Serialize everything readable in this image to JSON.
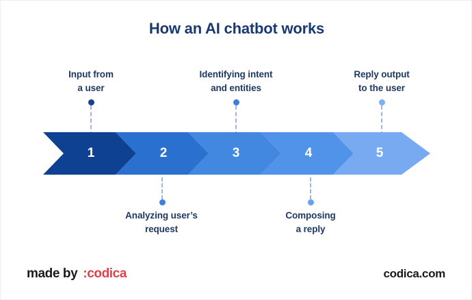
{
  "title": "How an AI chatbot works",
  "colors": {
    "title": "#173a73",
    "label": "#1f3864",
    "dash": "#9fb4d6",
    "brand_red": "#e0404a",
    "footer_text": "#1a1a1a",
    "canvas": "#ffffff"
  },
  "band": {
    "segments": [
      {
        "number": "1",
        "label_ref": 0,
        "color": "#0f4193"
      },
      {
        "number": "2",
        "label_ref": 1,
        "color": "#2a71cf"
      },
      {
        "number": "3",
        "label_ref": 2,
        "color": "#4287e0"
      },
      {
        "number": "4",
        "label_ref": 3,
        "color": "#5293ea"
      },
      {
        "number": "5",
        "label_ref": 4,
        "color": "#78aaf2"
      }
    ]
  },
  "steps": [
    {
      "step": "1",
      "line1": "Input from",
      "line2": "a user",
      "position": "top",
      "dot_color": "#1b3f8f"
    },
    {
      "step": "2",
      "line1": "Analyzing user’s",
      "line2": "request",
      "position": "bottom",
      "dot_color": "#3f7fdb"
    },
    {
      "step": "3",
      "line1": "Identifying intent",
      "line2": "and entities",
      "position": "top",
      "dot_color": "#3f7fdb"
    },
    {
      "step": "4",
      "line1": "Composing",
      "line2": "a reply",
      "position": "bottom",
      "dot_color": "#6ba0ef"
    },
    {
      "step": "5",
      "line1": "Reply output",
      "line2": "to the user",
      "position": "top",
      "dot_color": "#7db0f3"
    }
  ],
  "footer": {
    "made_by": "made by",
    "brand": ":codica",
    "website": "codica.com"
  }
}
